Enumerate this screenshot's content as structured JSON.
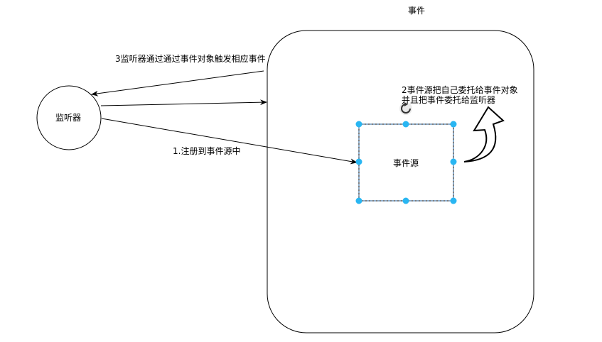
{
  "diagram": {
    "title": "事件",
    "listener_label": "监听器",
    "source_label": "事件源",
    "step1_label": "1.注册到事件源中",
    "step2_line1": "2事件源把自己委托给事件对象",
    "step2_line2": "并且把事件委托给监听器",
    "step3_label": "3监听器通过通过事件对象触发相应事件"
  },
  "colors": {
    "stroke": "#000000",
    "handle": "#29b6f2",
    "selection_border": "#1f5c99",
    "rotate_icon": "#333333"
  },
  "icons": {
    "rotate": "rotate-handle-icon"
  }
}
